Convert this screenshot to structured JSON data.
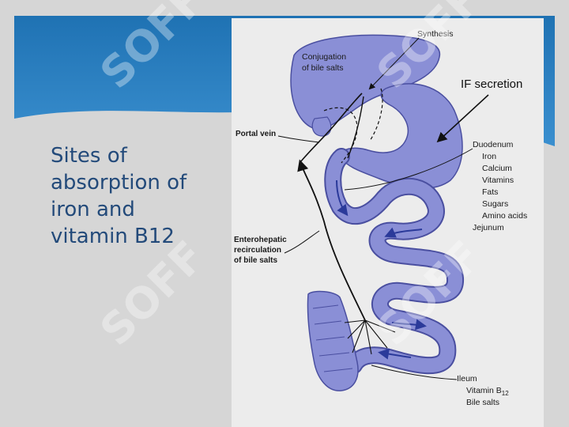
{
  "slide": {
    "title_lines": [
      "Sites of",
      "absorption of",
      "iron and",
      "vitamin B12"
    ]
  },
  "diagram": {
    "synthesis": "Synthesis",
    "conjugation": [
      "Conjugation",
      "of bile salts"
    ],
    "if_secretion": "IF secretion",
    "portal_vein": "Portal vein",
    "duodenum": {
      "title": "Duodenum",
      "items": [
        "Iron",
        "Calcium",
        "Vitamins",
        "Fats",
        "Sugars",
        "Amino acids"
      ]
    },
    "jejunum": "Jejunum",
    "enterohepatic": [
      "Enterohepatic",
      "recirculation",
      "of bile salts"
    ],
    "ileum": {
      "title": "Ileum",
      "item_vitamin": "Vitamin B",
      "item_vitamin_sub": "12",
      "item_bile": "Bile salts"
    }
  },
  "watermark": {
    "text": "SOFF",
    "color": "#ffffff"
  },
  "colors": {
    "organ_fill": "#8a8fd6",
    "organ_stroke": "#4a4fa0",
    "title_text": "#234a7a",
    "banner_blue": "#1e6fb0"
  }
}
